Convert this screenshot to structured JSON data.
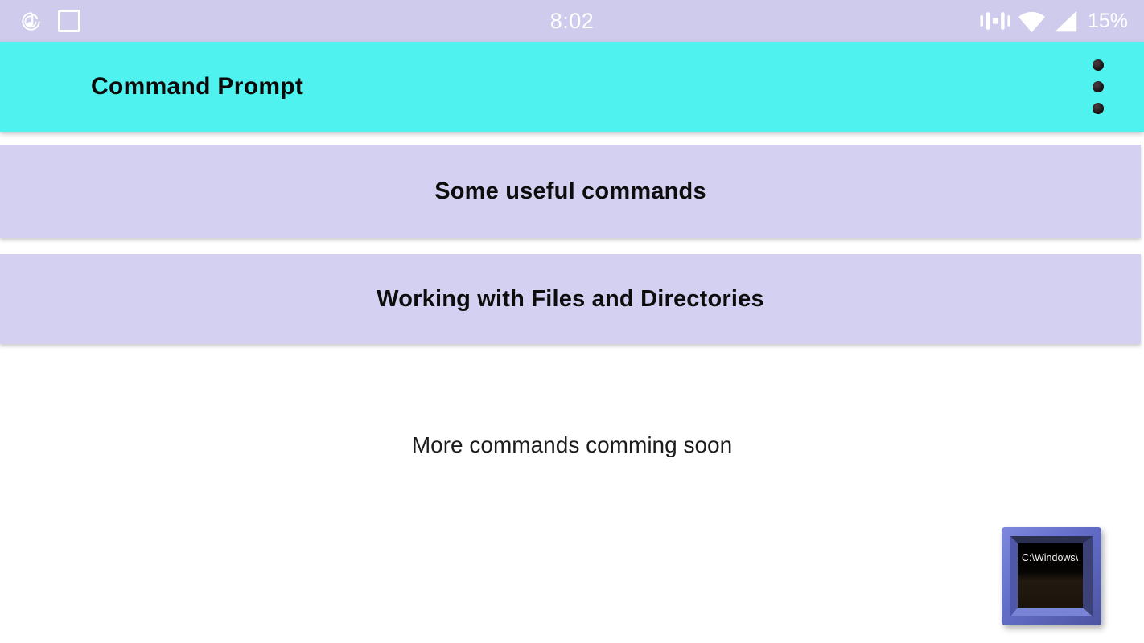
{
  "status_bar": {
    "time": "8:02",
    "battery_percent": "15%",
    "bg_color": "#cecbed",
    "icons_left": [
      "music-notification-icon",
      "screenshot-notification-icon"
    ],
    "icons_right": [
      "vibrate-icon",
      "wifi-icon",
      "cellular-signal-icon"
    ]
  },
  "app_bar": {
    "title": "Command Prompt",
    "bg_color": "#4ff2ef",
    "overflow_icon": "more-options-icon"
  },
  "menu_buttons": [
    {
      "label": "Some useful commands"
    },
    {
      "label": "Working with Files and Directories"
    }
  ],
  "content": {
    "coming_soon_text": "More commands comming soon"
  },
  "floating_icon": {
    "name": "command-prompt-app-icon",
    "screen_text": "C:\\Windows\\"
  },
  "colors": {
    "status_bar_bg": "#cecbed",
    "app_bar_bg": "#4ff2ef",
    "button_bg": "#d3d0f1",
    "background": "#ffffff",
    "icon_frame_blue": "#636ec9"
  }
}
